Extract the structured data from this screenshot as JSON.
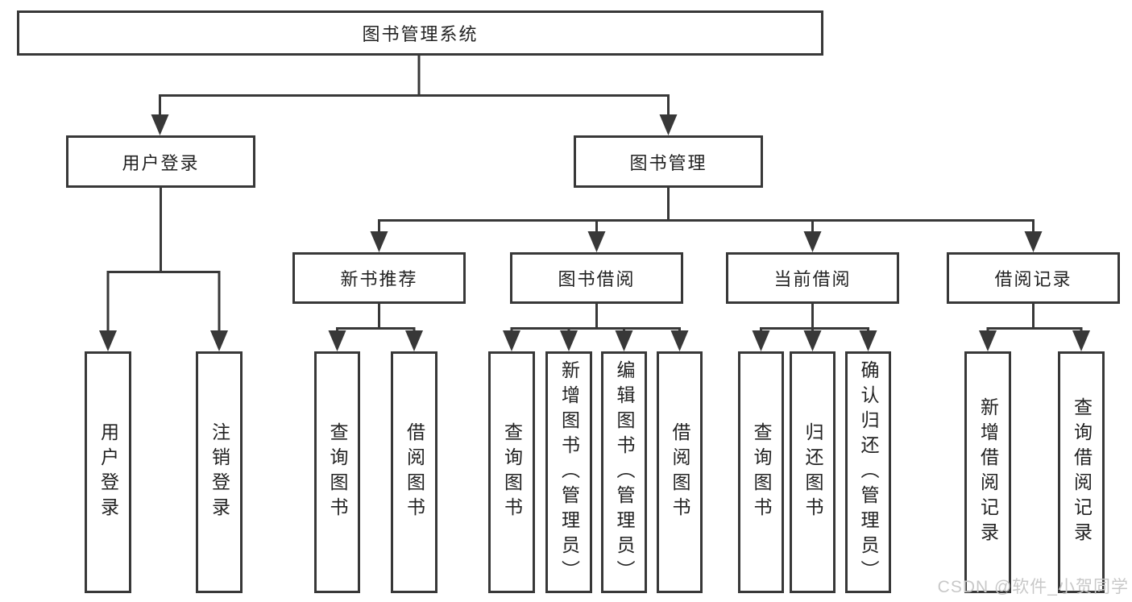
{
  "diagram": {
    "root": {
      "label": "图书管理系统"
    },
    "login": {
      "label": "用户登录",
      "children": [
        {
          "label": "用户登录"
        },
        {
          "label": "注销登录"
        }
      ]
    },
    "mgmt": {
      "label": "图书管理",
      "sections": [
        {
          "label": "新书推荐",
          "children": [
            {
              "label": "查询图书"
            },
            {
              "label": "借阅图书"
            }
          ]
        },
        {
          "label": "图书借阅",
          "children": [
            {
              "label": "查询图书"
            },
            {
              "label": "新增图书（管理员）"
            },
            {
              "label": "编辑图书（管理员）"
            },
            {
              "label": "借阅图书"
            }
          ]
        },
        {
          "label": "当前借阅",
          "children": [
            {
              "label": "查询图书"
            },
            {
              "label": "归还图书"
            },
            {
              "label": "确认归还（管理员）"
            }
          ]
        },
        {
          "label": "借阅记录",
          "children": [
            {
              "label": "新增借阅记录"
            },
            {
              "label": "查询借阅记录"
            }
          ]
        }
      ]
    }
  },
  "watermark": {
    "text": "CSDN @软件_小贺同学",
    "color": "#c8c8c8"
  },
  "colors": {
    "line": "#383838",
    "box_border": "#383838",
    "text": "#222222",
    "background": "#ffffff"
  }
}
